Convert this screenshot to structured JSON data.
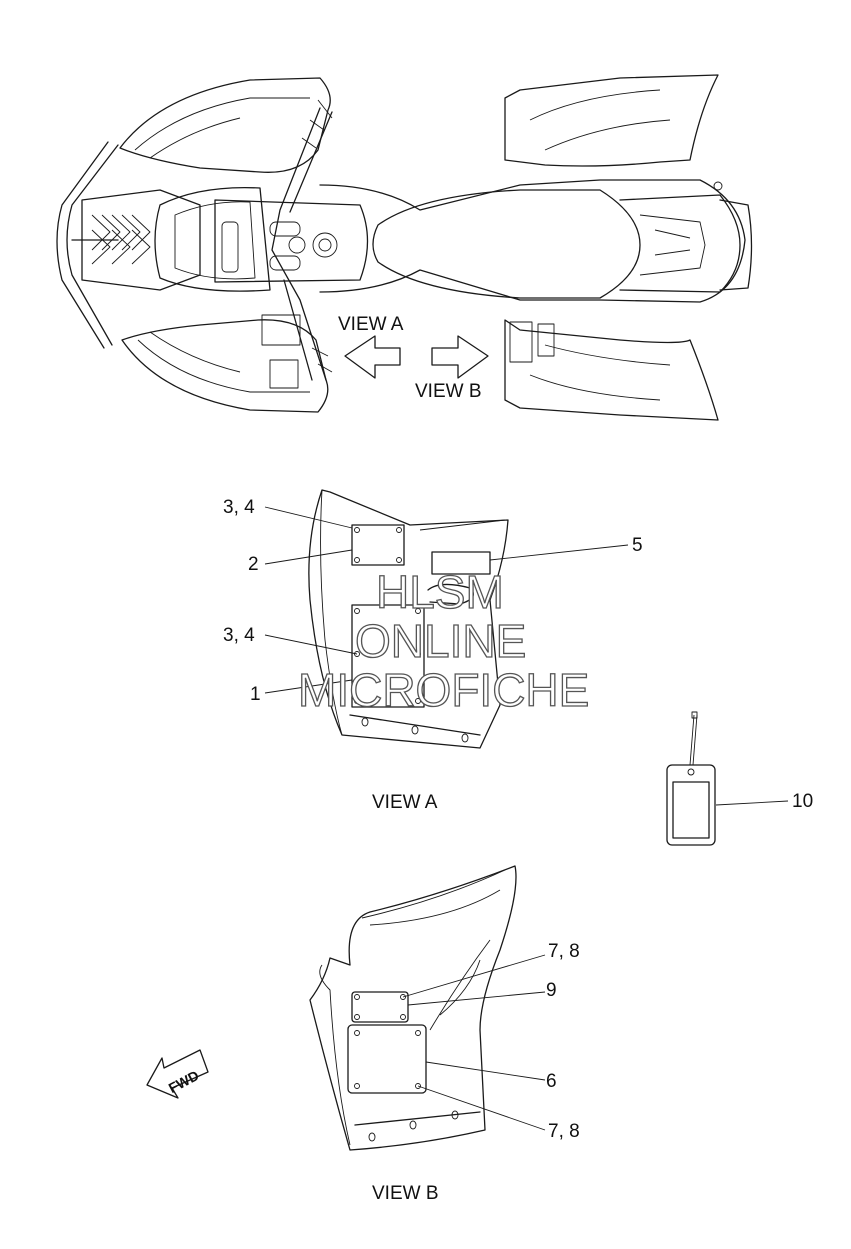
{
  "views": {
    "view_a_top": "VIEW A",
    "view_b_top": "VIEW B",
    "view_a_caption": "VIEW A",
    "view_b_caption": "VIEW B"
  },
  "callouts": {
    "c34_upper": "3, 4",
    "c2": "2",
    "c5": "5",
    "c34_lower": "3, 4",
    "c1": "1",
    "c10": "10",
    "c78_upper": "7, 8",
    "c9": "9",
    "c6": "6",
    "c78_lower": "7, 8"
  },
  "fwd_label": "FWD",
  "watermark": {
    "line1": "HLSM",
    "line2": "ONLINE",
    "line3": "MICROFICHE"
  }
}
